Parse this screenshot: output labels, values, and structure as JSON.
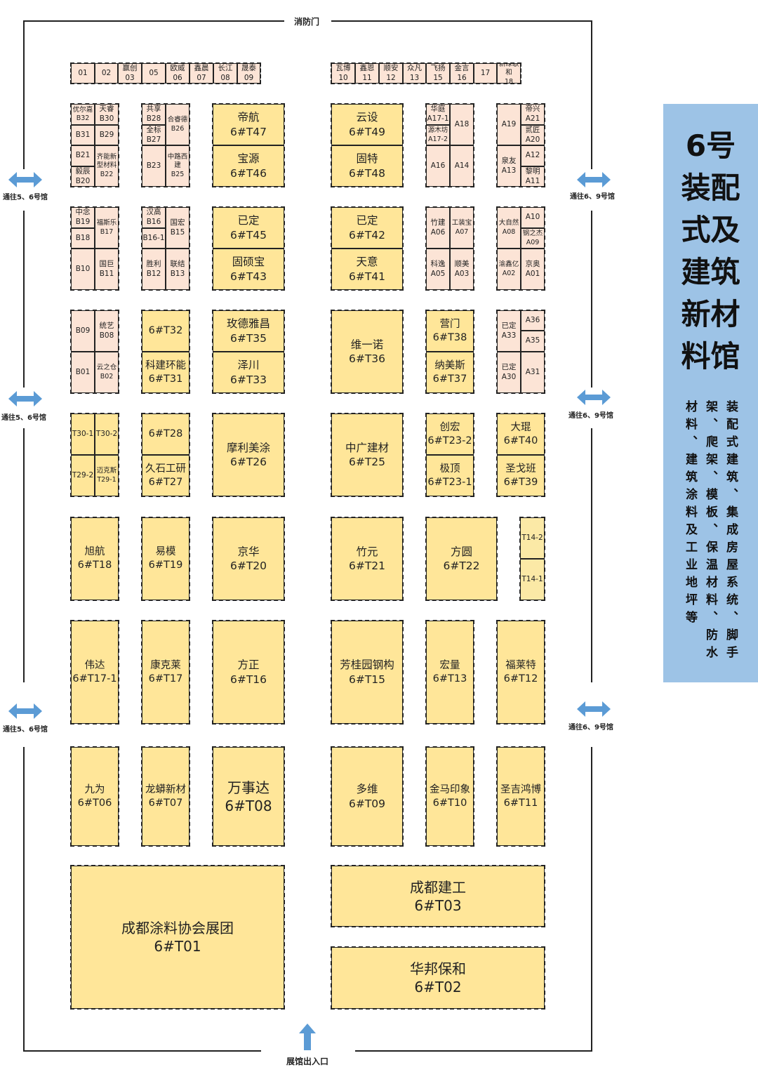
{
  "header": {
    "fire_door": "消防门",
    "entrance": "展馆出入口"
  },
  "passages": {
    "left": "通往5、6号馆",
    "right": "通往6、9号馆"
  },
  "colors": {
    "small_booth": "#fce4d6",
    "standard_booth": "#ffe699",
    "light_booth": "#fbe9a6",
    "panel": "#9dc3e6",
    "arrow": "#5b9bd5"
  },
  "panel": {
    "title_lines": [
      "6号",
      "装配",
      "式及",
      "建筑",
      "新材",
      "料馆"
    ],
    "columns": [
      "装配式建筑、集成房屋系统、脚手",
      "架、爬架、模板、保温材料、防水",
      "材料、建筑涂料及工业地坪等"
    ]
  },
  "booths": [
    {
      "id": "n01",
      "name": "",
      "code": "01"
    },
    {
      "id": "n02",
      "name": "",
      "code": "02"
    },
    {
      "id": "n03",
      "name": "赢创",
      "code": "03"
    },
    {
      "id": "n05",
      "name": "",
      "code": "05"
    },
    {
      "id": "n06",
      "name": "欧威",
      "code": "06"
    },
    {
      "id": "n07",
      "name": "鑫晨",
      "code": "07"
    },
    {
      "id": "n08",
      "name": "长江",
      "code": "08"
    },
    {
      "id": "n09",
      "name": "晟泰",
      "code": "09"
    },
    {
      "id": "n10",
      "name": "瓦博",
      "code": "10"
    },
    {
      "id": "n11",
      "name": "鑫恩",
      "code": "11"
    },
    {
      "id": "n12",
      "name": "顺安",
      "code": "12"
    },
    {
      "id": "n13",
      "name": "众凡",
      "code": "13"
    },
    {
      "id": "n15",
      "name": "飞扬",
      "code": "15"
    },
    {
      "id": "n16",
      "name": "金言",
      "code": "16"
    },
    {
      "id": "n17",
      "name": "",
      "code": "17"
    },
    {
      "id": "n18",
      "name": "新绿歌和",
      "code": "18"
    },
    {
      "id": "b32",
      "name": "优尔嘉",
      "code": "B32"
    },
    {
      "id": "b30",
      "name": "天睿",
      "code": "B30"
    },
    {
      "id": "b31",
      "name": "",
      "code": "B31"
    },
    {
      "id": "b29",
      "name": "",
      "code": "B29"
    },
    {
      "id": "b21",
      "name": "",
      "code": "B21"
    },
    {
      "id": "b20",
      "name": "毅辰",
      "code": "B20"
    },
    {
      "id": "b22",
      "name": "齐能新型材料",
      "code": "B22"
    },
    {
      "id": "b28",
      "name": "共享",
      "code": "B28"
    },
    {
      "id": "b27",
      "name": "全标",
      "code": "B27"
    },
    {
      "id": "b26",
      "name": "合睿德",
      "code": "B26"
    },
    {
      "id": "b23",
      "name": "",
      "code": "B23"
    },
    {
      "id": "b25",
      "name": "中路西建",
      "code": "B25"
    },
    {
      "id": "t47",
      "name": "帝航",
      "code": "6#T47"
    },
    {
      "id": "t46",
      "name": "宝源",
      "code": "6#T46"
    },
    {
      "id": "t49",
      "name": "云设",
      "code": "6#T49"
    },
    {
      "id": "t48",
      "name": "固特",
      "code": "6#T48"
    },
    {
      "id": "a17_1",
      "name": "华庭",
      "code": "A17-1"
    },
    {
      "id": "a17_2",
      "name": "源木坊",
      "code": "A17-2"
    },
    {
      "id": "a18",
      "name": "",
      "code": "A18"
    },
    {
      "id": "a16",
      "name": "",
      "code": "A16"
    },
    {
      "id": "a14",
      "name": "",
      "code": "A14"
    },
    {
      "id": "a19",
      "name": "",
      "code": "A19"
    },
    {
      "id": "a21",
      "name": "帝兴",
      "code": "A21"
    },
    {
      "id": "a20",
      "name": "贰匠",
      "code": "A20"
    },
    {
      "id": "a13",
      "name": "泉友",
      "code": "A13"
    },
    {
      "id": "a12",
      "name": "",
      "code": "A12"
    },
    {
      "id": "a11",
      "name": "黎明",
      "code": "A11"
    },
    {
      "id": "b19",
      "name": "中念",
      "code": "B19"
    },
    {
      "id": "b18",
      "name": "",
      "code": "B18"
    },
    {
      "id": "b17",
      "name": "福斯乐",
      "code": "B17"
    },
    {
      "id": "b10",
      "name": "",
      "code": "B10"
    },
    {
      "id": "b11",
      "name": "国巨",
      "code": "B11"
    },
    {
      "id": "b16",
      "name": "汉高",
      "code": "B16"
    },
    {
      "id": "b16_1",
      "name": "",
      "code": "B16-1"
    },
    {
      "id": "b15",
      "name": "国宏",
      "code": "B15"
    },
    {
      "id": "b12",
      "name": "胜利",
      "code": "B12"
    },
    {
      "id": "b13",
      "name": "联结",
      "code": "B13"
    },
    {
      "id": "t45",
      "name": "已定",
      "code": "6#T45"
    },
    {
      "id": "t43",
      "name": "固硕宝",
      "code": "6#T43"
    },
    {
      "id": "t42",
      "name": "已定",
      "code": "6#T42"
    },
    {
      "id": "t41",
      "name": "天意",
      "code": "6#T41"
    },
    {
      "id": "a06",
      "name": "竹建",
      "code": "A06"
    },
    {
      "id": "a07",
      "name": "工装宝",
      "code": "A07"
    },
    {
      "id": "a05",
      "name": "科逸",
      "code": "A05"
    },
    {
      "id": "a03",
      "name": "顺美",
      "code": "A03"
    },
    {
      "id": "a08",
      "name": "大自然",
      "code": "A08"
    },
    {
      "id": "a10",
      "name": "",
      "code": "A10"
    },
    {
      "id": "a09",
      "name": "钢之杰",
      "code": "A09"
    },
    {
      "id": "a02",
      "name": "渝鑫亿",
      "code": "A02"
    },
    {
      "id": "a01",
      "name": "京奥",
      "code": "A01"
    },
    {
      "id": "b09",
      "name": "",
      "code": "B09"
    },
    {
      "id": "b08",
      "name": "统艺",
      "code": "B08"
    },
    {
      "id": "b01",
      "name": "",
      "code": "B01"
    },
    {
      "id": "b02",
      "name": "云之仓",
      "code": "B02"
    },
    {
      "id": "t32",
      "name": "",
      "code": "6#T32"
    },
    {
      "id": "t31",
      "name": "科建环能",
      "code": "6#T31"
    },
    {
      "id": "t35",
      "name": "玫德雅昌",
      "code": "6#T35"
    },
    {
      "id": "t33",
      "name": "泽川",
      "code": "6#T33"
    },
    {
      "id": "t36",
      "name": "维一诺",
      "code": "6#T36"
    },
    {
      "id": "t38",
      "name": "营门",
      "code": "6#T38"
    },
    {
      "id": "t37",
      "name": "纳美斯",
      "code": "6#T37"
    },
    {
      "id": "a33",
      "name": "已定",
      "code": "A33"
    },
    {
      "id": "a36",
      "name": "",
      "code": "A36"
    },
    {
      "id": "a35",
      "name": "",
      "code": "A35"
    },
    {
      "id": "a30",
      "name": "已定",
      "code": "A30"
    },
    {
      "id": "a31",
      "name": "",
      "code": "A31"
    },
    {
      "id": "t30_1",
      "name": "",
      "code": "T30-1"
    },
    {
      "id": "t30_2",
      "name": "",
      "code": "T30-2"
    },
    {
      "id": "t29_2",
      "name": "",
      "code": "T29-2"
    },
    {
      "id": "t29_1",
      "name": "迈克斯",
      "code": "T29-1"
    },
    {
      "id": "t28",
      "name": "",
      "code": "6#T28"
    },
    {
      "id": "t27",
      "name": "久石工研",
      "code": "6#T27"
    },
    {
      "id": "t26",
      "name": "摩利美涂",
      "code": "6#T26"
    },
    {
      "id": "t25",
      "name": "中广建材",
      "code": "6#T25"
    },
    {
      "id": "t23_2",
      "name": "创宏",
      "code": "6#T23-2"
    },
    {
      "id": "t23_1",
      "name": "极顶",
      "code": "6#T23-1"
    },
    {
      "id": "t40",
      "name": "大琨",
      "code": "6#T40"
    },
    {
      "id": "t39",
      "name": "圣戈班",
      "code": "6#T39"
    },
    {
      "id": "t18",
      "name": "旭航",
      "code": "6#T18"
    },
    {
      "id": "t19",
      "name": "易模",
      "code": "6#T19"
    },
    {
      "id": "t20",
      "name": "京华",
      "code": "6#T20"
    },
    {
      "id": "t21",
      "name": "竹元",
      "code": "6#T21"
    },
    {
      "id": "t22",
      "name": "方圆",
      "code": "6#T22"
    },
    {
      "id": "t14_2",
      "name": "",
      "code": "T14-2"
    },
    {
      "id": "t14_1",
      "name": "",
      "code": "T14-1"
    },
    {
      "id": "t17_1",
      "name": "伟达",
      "code": "6#T17-1"
    },
    {
      "id": "t17",
      "name": "康克莱",
      "code": "6#T17"
    },
    {
      "id": "t16",
      "name": "方正",
      "code": "6#T16"
    },
    {
      "id": "t15",
      "name": "芳桂园钢构",
      "code": "6#T15"
    },
    {
      "id": "t13",
      "name": "宏量",
      "code": "6#T13"
    },
    {
      "id": "t12",
      "name": "福莱特",
      "code": "6#T12"
    },
    {
      "id": "t06",
      "name": "九为",
      "code": "6#T06"
    },
    {
      "id": "t07",
      "name": "龙蟒新材",
      "code": "6#T07"
    },
    {
      "id": "t08",
      "name": "万事达",
      "code": "6#T08"
    },
    {
      "id": "t09",
      "name": "多维",
      "code": "6#T09"
    },
    {
      "id": "t10",
      "name": "金马印象",
      "code": "6#T10"
    },
    {
      "id": "t11",
      "name": "圣吉鸿博",
      "code": "6#T11"
    },
    {
      "id": "t01",
      "name": "成都涂料协会展团",
      "code": "6#T01"
    },
    {
      "id": "t03",
      "name": "成都建工",
      "code": "6#T03"
    },
    {
      "id": "t02",
      "name": "华邦保和",
      "code": "6#T02"
    }
  ]
}
